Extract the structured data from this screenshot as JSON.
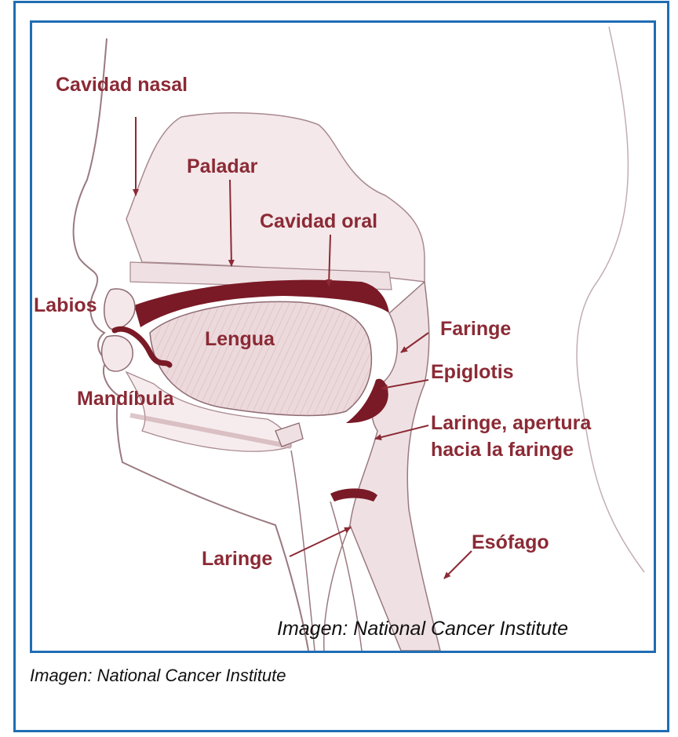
{
  "labels": {
    "cavidad_nasal": "Cavidad nasal",
    "paladar": "Paladar",
    "cavidad_oral": "Cavidad oral",
    "labios": "Labios",
    "lengua": "Lengua",
    "faringe": "Faringe",
    "epiglotis": "Epiglotis",
    "mandibula": "Mandíbula",
    "laringe_apertura_line1": "Laringe, apertura",
    "laringe_apertura_line2": "hacia la faringe",
    "laringe": "Laringe",
    "esofago": "Esófago"
  },
  "credits": {
    "inside": "Imagen: National Cancer Institute",
    "outside": "Imagen: National Cancer Institute"
  },
  "colors": {
    "label": "#8b2a35",
    "frame": "#1f6db3",
    "tissue": "#ecd9dc",
    "tissue_dark": "#7a1a26"
  }
}
